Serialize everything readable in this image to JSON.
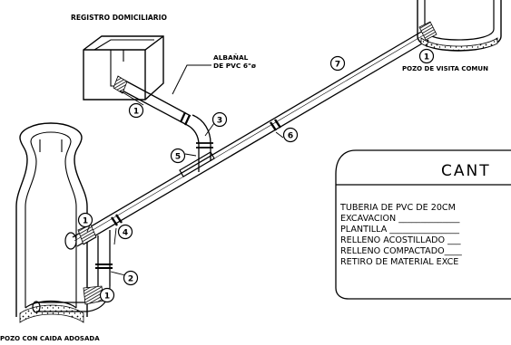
{
  "labels": {
    "registro": "REGISTRO DOMICILIARIO",
    "albanal_1": "ALBAÑAL",
    "albanal_2": "DE PVC 6\"ø",
    "pozo_visita": "POZO DE VISITA COMUN",
    "pozo_caida": "POZO CON CAIDA ADOSADA"
  },
  "callouts": {
    "c1_registro": "1",
    "c1_pozo_visita": "1",
    "c1_upper": "1",
    "c1_lower": "1",
    "c2": "2",
    "c3": "3",
    "c4": "4",
    "c5": "5",
    "c6": "6",
    "c7": "7"
  },
  "table": {
    "title": "CANT",
    "rows": [
      "TUBERIA  DE  PVC  DE  20CM",
      "EXCAVACION  ______________",
      "PLANTILLA  ________________",
      "RELLENO  ACOSTILLADO  ___",
      "RELLENO  COMPACTADO____",
      "RETIRO  DE  MATERIAL  EXCE"
    ]
  }
}
